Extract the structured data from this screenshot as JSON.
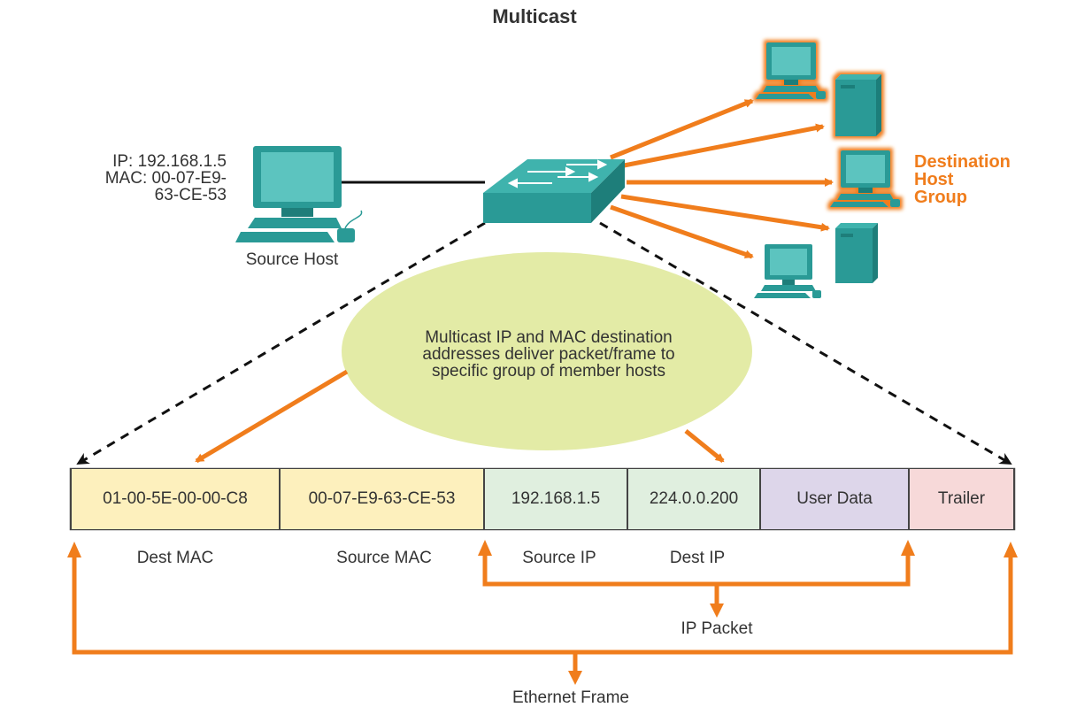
{
  "title": "Multicast",
  "source_host": {
    "ip_line": "IP: 192.168.1.5",
    "mac_line1": "MAC: 00-07-E9-",
    "mac_line2": "63-CE-53",
    "label": "Source Host"
  },
  "destination_group": {
    "line1": "Destination",
    "line2": "Host",
    "line3": "Group"
  },
  "callout": {
    "line1": "Multicast IP and MAC destination",
    "line2": "addresses deliver packet/frame to",
    "line3": "specific group of member hosts"
  },
  "frame": {
    "cells": [
      {
        "value": "01-00-5E-00-00-C8",
        "color": "#fdf0bd"
      },
      {
        "value": "00-07-E9-63-CE-53",
        "color": "#fdf0bd"
      },
      {
        "value": "192.168.1.5",
        "color": "#e0efdf"
      },
      {
        "value": "224.0.0.200",
        "color": "#e0efdf"
      },
      {
        "value": "User Data",
        "color": "#ddd6ea"
      },
      {
        "value": "Trailer",
        "color": "#f7d9d9"
      }
    ],
    "labels": {
      "dest_mac": "Dest MAC",
      "source_mac": "Source MAC",
      "source_ip": "Source IP",
      "dest_ip": "Dest IP"
    },
    "ip_packet": "IP Packet",
    "ethernet_frame": "Ethernet Frame"
  },
  "colors": {
    "accent": "#f07d1c",
    "device": "#2a9a96",
    "callout_fill": "#e3eba6"
  }
}
